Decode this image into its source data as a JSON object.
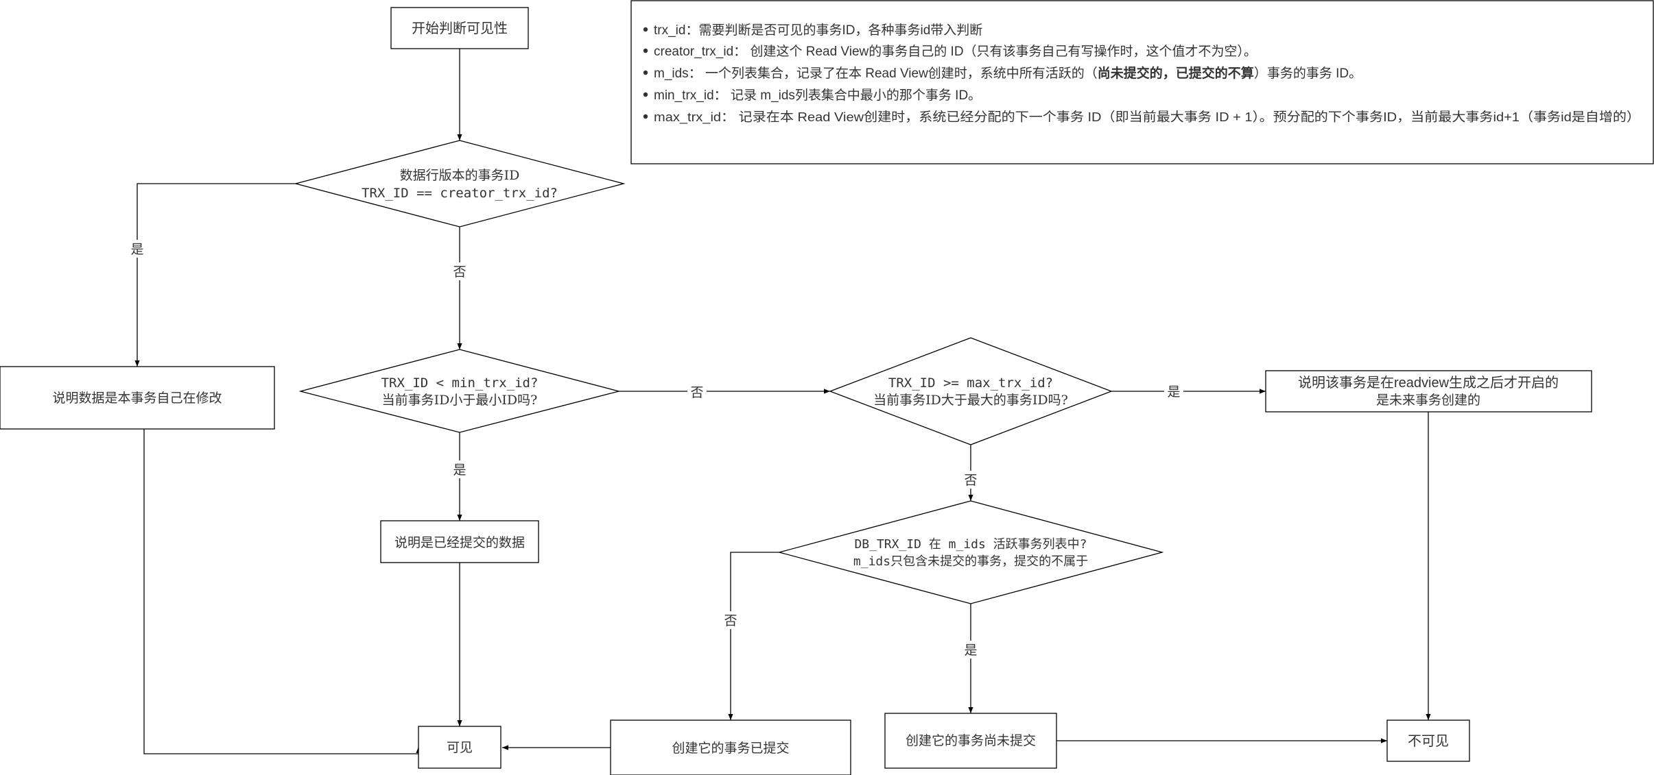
{
  "nodes": {
    "start": "开始判断可见性",
    "d1_line1": "数据行版本的事务ID",
    "d1_line2": "TRX_ID == creator_trx_id?",
    "self_modify": "说明数据是本事务自己在修改",
    "d2_line1": "TRX_ID < min_trx_id?",
    "d2_line2": "当前事务ID小于最小ID吗?",
    "committed_data": "说明是已经提交的数据",
    "d3_line1": "TRX_ID >= max_trx_id?",
    "d3_line2": "当前事务ID大于最大的事务ID吗?",
    "future_line1": "说明该事务是在readview生成之后才开启的",
    "future_line2": "是未来事务创建的",
    "d4_line1": "DB_TRX_ID 在 m_ids 活跃事务列表中?",
    "d4_line2": "m_ids只包含未提交的事务，提交的不属于",
    "visible": "可见",
    "creator_committed": "创建它的事务已提交",
    "creator_uncommitted": "创建它的事务尚未提交",
    "invisible": "不可见"
  },
  "edges": {
    "d1_yes": "是",
    "d1_no": "否",
    "d2_no": "否",
    "d2_yes": "是",
    "d3_yes": "是",
    "d3_no": "否",
    "d4_no": "否",
    "d4_yes": "是"
  },
  "legend": {
    "items": [
      {
        "term": "trx_id",
        "sep": "：",
        "desc": "需要判断是否可见的事务ID，各种事务id带入判断"
      },
      {
        "term": "creator_trx_id",
        "sep": "： ",
        "desc": "创建这个 Read View的事务自己的 ID（只有该事务自己有写操作时，这个值才不为空）。"
      },
      {
        "term": "m_ids",
        "sep": "： ",
        "desc_before": "一个列表集合，记录了在本 Read View创建时，系统中所有活跃的（",
        "desc_bold": "尚未提交的，已提交的不算",
        "desc_after": "）事务的事务 ID。"
      },
      {
        "term": "min_trx_id",
        "sep": "： ",
        "desc": "记录 m_ids列表集合中最小的那个事务 ID。"
      },
      {
        "term": "max_trx_id",
        "sep": "： ",
        "desc": "记录在本 Read View创建时，系统已经分配的下一个事务 ID（即当前最大事务 ID + 1）。预分配的下个事务ID，当前最大事务id+1（事务id是自增的）"
      }
    ]
  }
}
